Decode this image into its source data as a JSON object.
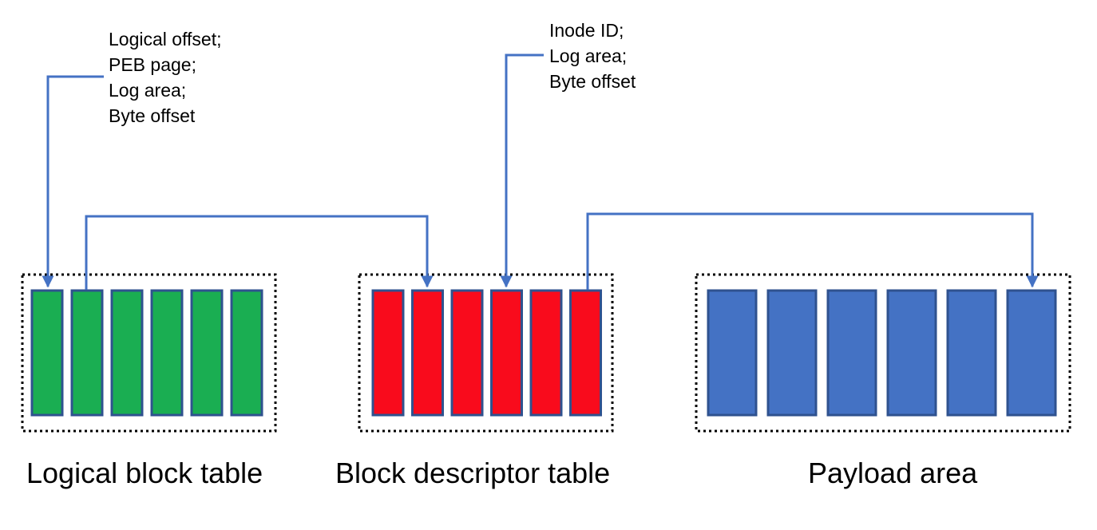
{
  "annotations": {
    "left": [
      "Logical offset;",
      "PEB page;",
      "Log area;",
      "Byte offset"
    ],
    "middle": [
      "Inode ID;",
      "Log area;",
      "Byte offset"
    ]
  },
  "groups": [
    {
      "caption": "Logical block table",
      "color": "#1aae52",
      "slots": 6
    },
    {
      "caption": "Block descriptor table",
      "color": "#f90b1c",
      "slots": 6
    },
    {
      "caption": "Payload area",
      "color": "#4472c4",
      "slots": 6
    }
  ],
  "colors": {
    "line": "#4472c4",
    "slot_border": "#2f528f",
    "frame": "#000000"
  }
}
